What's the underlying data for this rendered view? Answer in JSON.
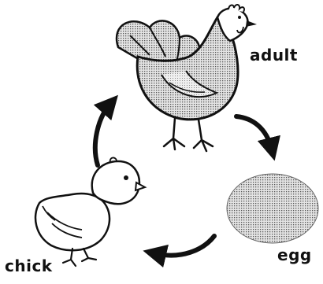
{
  "stages": {
    "adult": {
      "label": "adult",
      "image_icon": "hen-icon"
    },
    "egg": {
      "label": "egg",
      "image_icon": "egg-icon"
    },
    "chick": {
      "label": "chick",
      "image_icon": "chick-icon"
    }
  },
  "cycle_order": [
    "adult",
    "egg",
    "chick"
  ],
  "colors": {
    "ink": "#111111",
    "shade": "#8a8a8a",
    "background": "#ffffff"
  }
}
